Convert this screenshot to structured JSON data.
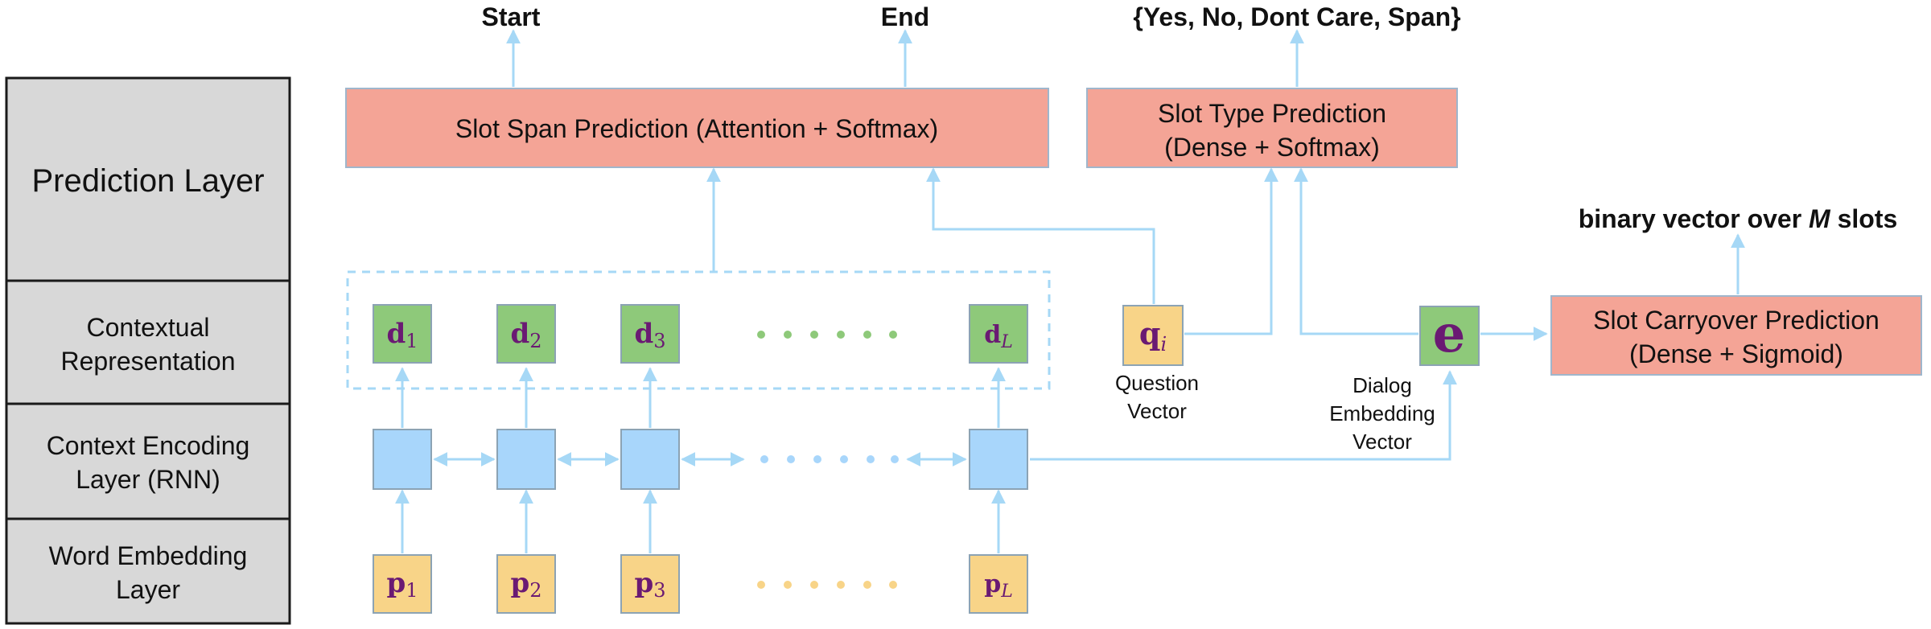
{
  "colors": {
    "layer_panel": "#d8d8d8",
    "prediction_box": "#f4a496",
    "prediction_border": "#9fb6cc",
    "hidden_state": "#a8d6fb",
    "contextual": "#8ec97a",
    "embedding": "#f8d488",
    "arrow": "#a6d8f6",
    "math_text": "#6a1a73",
    "dot_green": "#8ec97a",
    "dot_blue": "#a8d6fb",
    "dot_yellow": "#f8d488"
  },
  "layers": [
    {
      "label_lines": [
        "Prediction Layer"
      ]
    },
    {
      "label_lines": [
        "Contextual",
        "Representation"
      ]
    },
    {
      "label_lines": [
        "Context Encoding",
        "Layer (RNN)"
      ]
    },
    {
      "label_lines": [
        "Word Embedding",
        "Layer"
      ]
    }
  ],
  "outputs": {
    "start": "Start",
    "end": "End",
    "slot_types": "{Yes, No, Dont Care, Span}",
    "binary_prefix": "binary vector over ",
    "binary_var": "M",
    "binary_suffix": " slots"
  },
  "modules": {
    "span_prediction": "Slot Span Prediction (Attention + Softmax)",
    "type_prediction": [
      "Slot Type Prediction",
      "(Dense + Softmax)"
    ],
    "carryover_prediction": [
      "Slot Carryover Prediction",
      "(Dense + Sigmoid)"
    ]
  },
  "contextual_tokens": [
    {
      "base": "d",
      "sub": "1",
      "sub_italic": false
    },
    {
      "base": "d",
      "sub": "2",
      "sub_italic": false
    },
    {
      "base": "d",
      "sub": "3",
      "sub_italic": false
    },
    {
      "base": "d",
      "sub": "L",
      "sub_italic": true
    }
  ],
  "embedding_tokens": [
    {
      "base": "p",
      "sub": "1",
      "sub_italic": false
    },
    {
      "base": "p",
      "sub": "2",
      "sub_italic": false
    },
    {
      "base": "p",
      "sub": "3",
      "sub_italic": false
    },
    {
      "base": "p",
      "sub": "L",
      "sub_italic": true
    }
  ],
  "question_vector": {
    "base": "q",
    "sub": "i",
    "caption_lines": [
      "Question",
      "Vector"
    ]
  },
  "dialog_embedding": {
    "base": "e",
    "caption_lines": [
      "Dialog",
      "Embedding",
      "Vector"
    ]
  }
}
